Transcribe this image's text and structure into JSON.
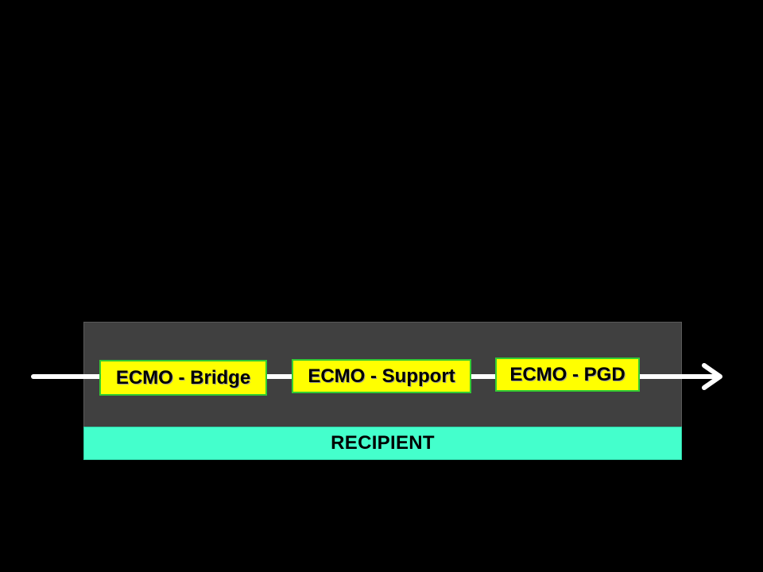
{
  "diagram": {
    "stages": [
      {
        "label": "ECMO - Bridge"
      },
      {
        "label": "ECMO - Support"
      },
      {
        "label": "ECMO - PGD"
      }
    ],
    "recipient_label": "RECIPIENT",
    "colors": {
      "background": "#000000",
      "panel": "#404040",
      "stage_fill": "#ffff00",
      "stage_border": "#33cc33",
      "recipient_fill": "#44ffcc",
      "arrow": "#ffffff"
    }
  }
}
